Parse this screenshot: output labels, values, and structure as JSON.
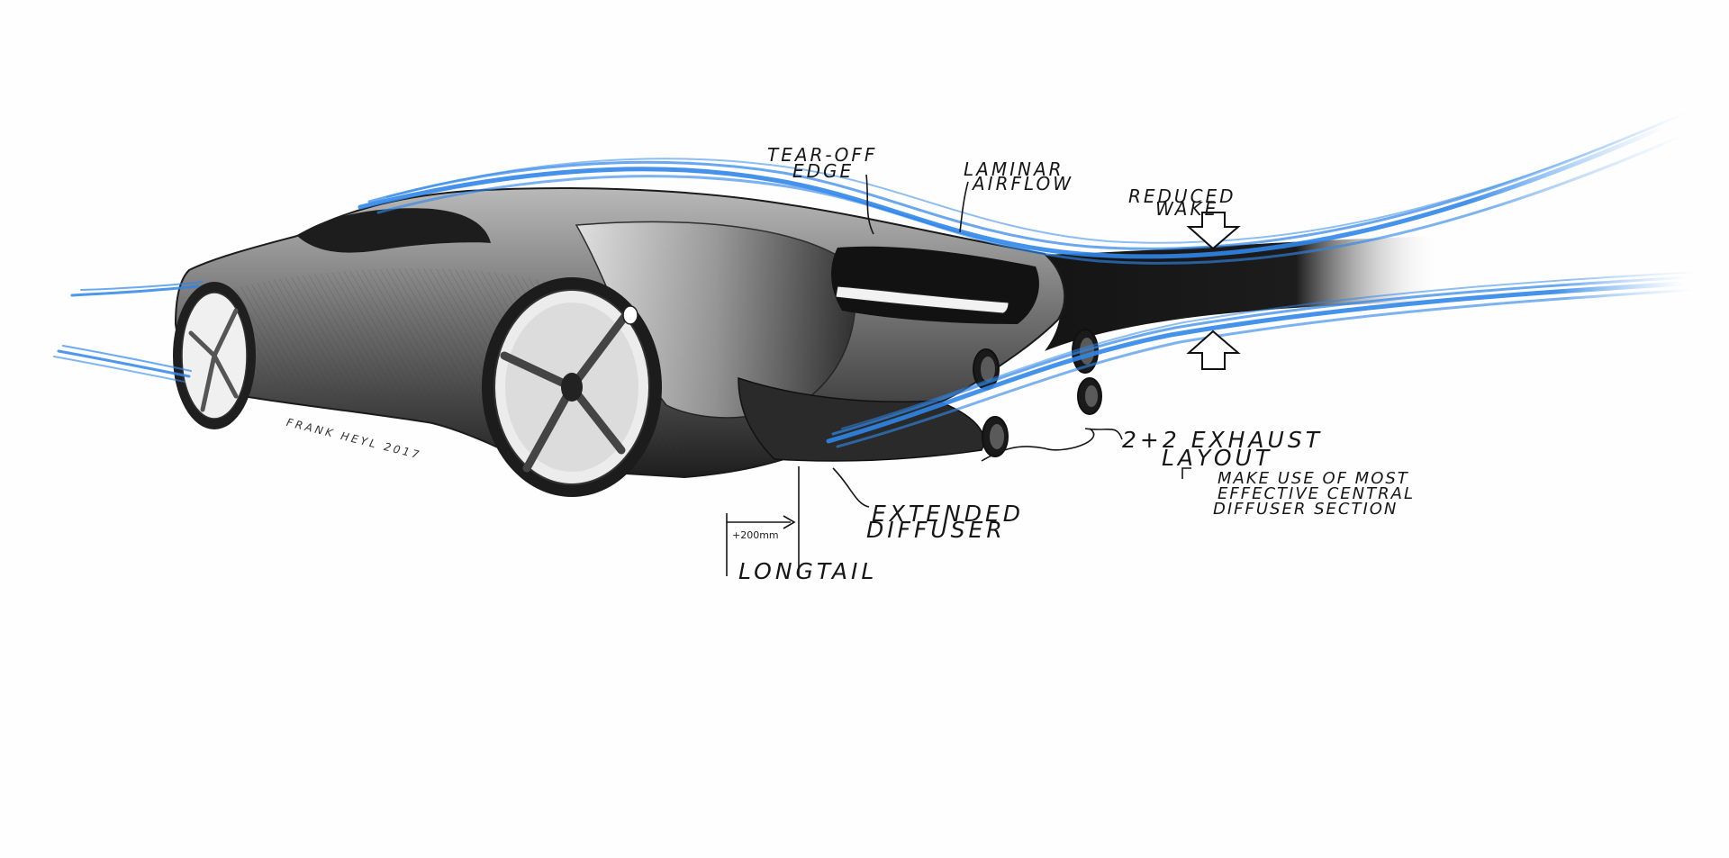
{
  "labels": {
    "tear_off_edge_1": "Tear-off",
    "tear_off_edge_2": "edge",
    "laminar_airflow_1": "Laminar",
    "laminar_airflow_2": "airflow",
    "reduced_wake_1": "Reduced",
    "reduced_wake_2": "wake",
    "exhaust_1": "2+2 Exhaust",
    "exhaust_2": "Layout",
    "note_1": "Make use of most",
    "note_2": "effective central",
    "note_3": "diffuser section",
    "diffuser_1": "Extended",
    "diffuser_2": "Diffuser",
    "longtail": "Longtail",
    "dimension": "+200mm",
    "signature": "Frank Heyl 2017"
  },
  "colors": {
    "airflow": "#2f86e8",
    "airflow_light": "#7db8f4",
    "wake": "#141414",
    "ink": "#161616",
    "body_dark": "#2a2a2a",
    "body_mid": "#8a8a8a",
    "body_light": "#d9d9d9"
  }
}
